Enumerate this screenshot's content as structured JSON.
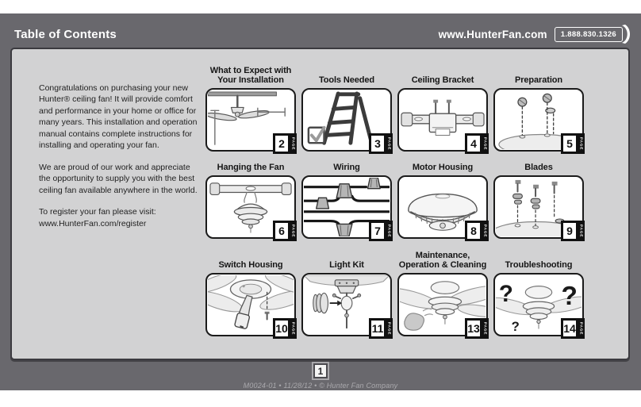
{
  "header": {
    "title": "Table of Contents",
    "url": "www.HunterFan.com",
    "phone": "1.888.830.1326"
  },
  "intro": {
    "p1": "Congratulations on purchasing your new Hunter® ceiling fan!  It will provide comfort and performance in your home or office for many years. This installation and operation manual contains complete instructions for installing and operating your fan.",
    "p2": "We are proud of our work and appreciate the opportunity to supply you with the best ceiling fan available anywhere in the world.",
    "p3": "To register your fan please visit:\nwww.HunterFan.com/register"
  },
  "grid": {
    "page_label": "PAGE",
    "items": [
      {
        "title": "What to Expect with\nYour Installation",
        "page": "2"
      },
      {
        "title": "Tools Needed",
        "page": "3"
      },
      {
        "title": "Ceiling Bracket",
        "page": "4"
      },
      {
        "title": "Preparation",
        "page": "5"
      },
      {
        "title": "Hanging the Fan",
        "page": "6"
      },
      {
        "title": "Wiring",
        "page": "7"
      },
      {
        "title": "Motor Housing",
        "page": "8"
      },
      {
        "title": "Blades",
        "page": "9"
      },
      {
        "title": "Switch Housing",
        "page": "10"
      },
      {
        "title": "Light Kit",
        "page": "11"
      },
      {
        "title": "Maintenance,\nOperation & Cleaning",
        "page": "13"
      },
      {
        "title": "Troubleshooting",
        "page": "14"
      }
    ],
    "marks": {
      "q1": "?",
      "q2": "?",
      "q3": "?"
    }
  },
  "footer": {
    "page_number": "1",
    "info": "M0024-01 • 11/28/12 • © Hunter Fan Company"
  },
  "colors": {
    "background_dark": "#69686d",
    "panel_gray": "#d2d2d3",
    "accent_black": "#111111",
    "text_white": "#ffffff"
  }
}
